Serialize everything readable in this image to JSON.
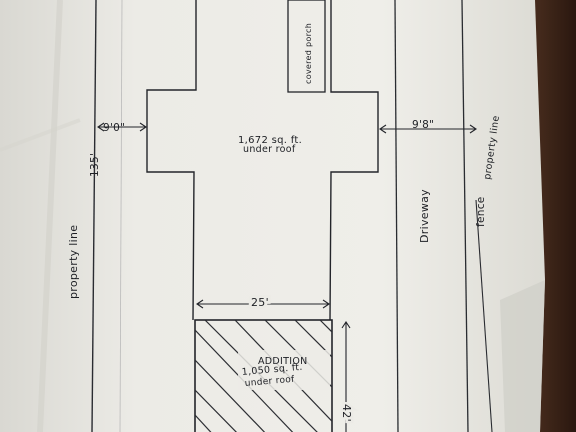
{
  "plan": {
    "left_setback": "9'0\"",
    "right_setback": "9'8\"",
    "main_area_line1": "1,672 sq. ft.",
    "main_area_line2": "under roof",
    "porch_label": "covered porch",
    "left_property_line": "property line",
    "left_depth": "135'",
    "driveway_label": "Driveway",
    "fence_label": "fence",
    "right_property_line": "property line",
    "addition_width": "25'",
    "addition_title": "ADDITION",
    "addition_area_line1": "1,050 sq. ft.",
    "addition_area_line2": "under roof",
    "addition_depth": "42'"
  },
  "colors": {
    "background_wood": "#3b2519",
    "paper": "#ecebe6",
    "ink": "#1d1f24"
  }
}
